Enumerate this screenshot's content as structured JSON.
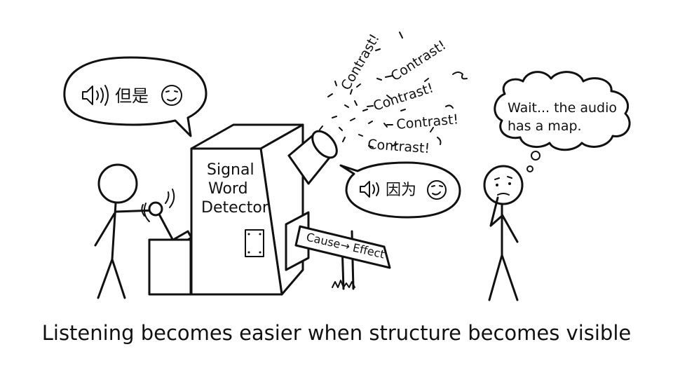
{
  "caption": "Listening becomes easier when structure becomes visible",
  "machine_label": [
    "Signal",
    "Word",
    "Detector"
  ],
  "left_bubble": {
    "icon": "speaker-icon",
    "text": "但是",
    "emoji_icon": "smirk-face-icon"
  },
  "right_bubble": {
    "icon": "speaker-icon",
    "text": "因为",
    "emoji_icon": "smirk-face-icon"
  },
  "output_words": [
    "Contrast!",
    "Contrast!",
    "Contrast!",
    "Contrast!",
    "Contrast!"
  ],
  "signpost": {
    "from": "Cause",
    "arrow": "→",
    "to": "Effect"
  },
  "thought_bubble": [
    "Wait... the audio",
    "has a map."
  ]
}
